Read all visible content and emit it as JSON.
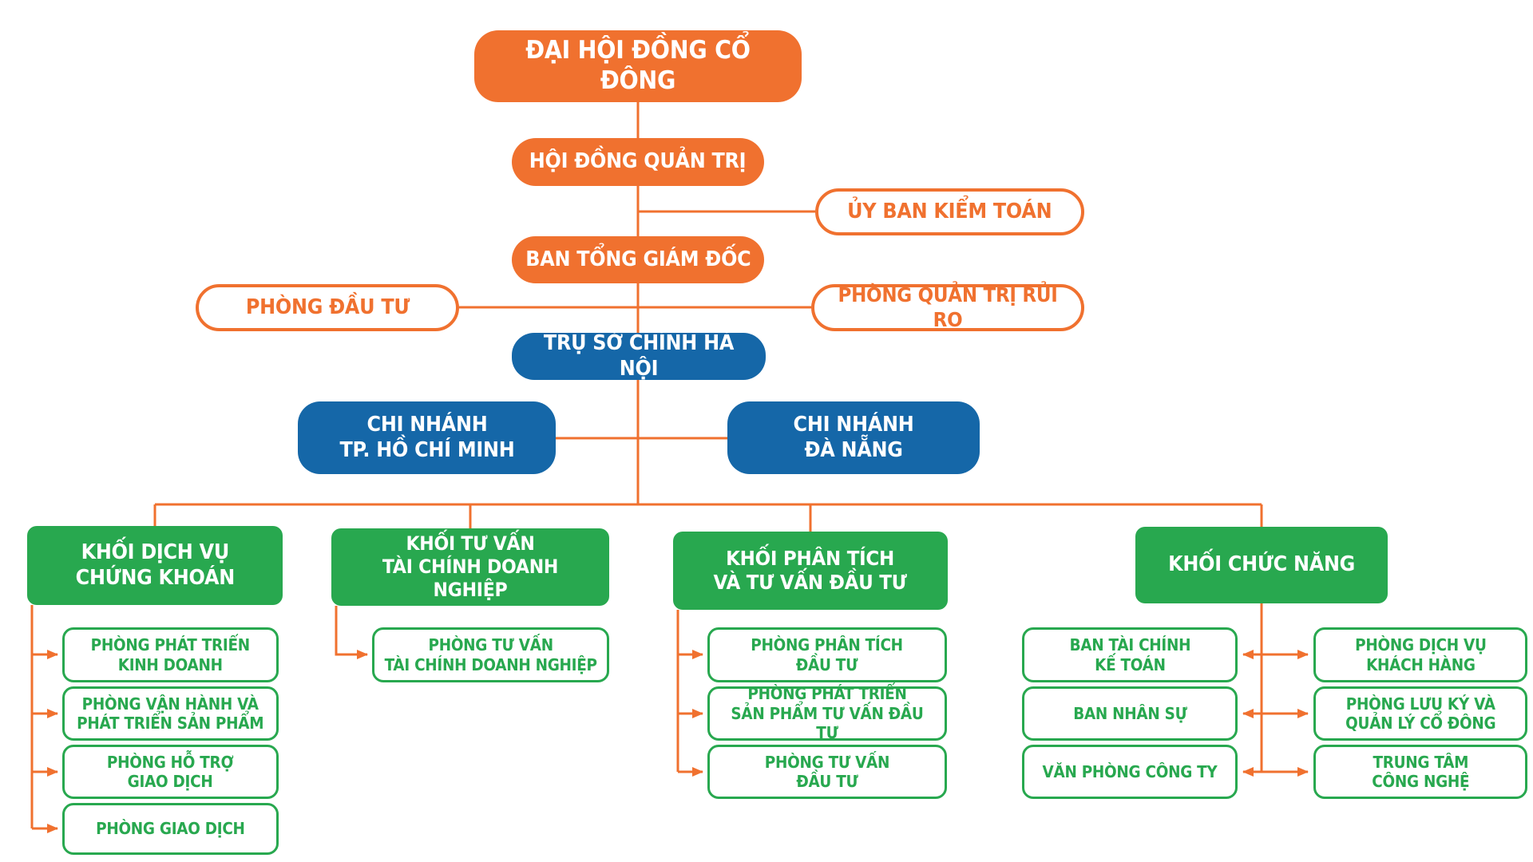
{
  "colors": {
    "orange": "#F0712F",
    "blue": "#1567A8",
    "green": "#28A84F",
    "connector": "#F0712F",
    "background": "#FFFFFF"
  },
  "org": {
    "shareholders_meeting": "ĐẠI HỘI ĐỒNG CỔ ĐÔNG",
    "board_of_directors": "HỘI ĐỒNG QUẢN TRỊ",
    "audit_committee": "ỦY BAN KIỂM TOÁN",
    "executive_board": "BAN TỔNG GIÁM ĐỐC",
    "investment_department": "PHÒNG ĐẦU TƯ",
    "risk_management_department": "PHÒNG QUẢN TRỊ RỦI RO",
    "headquarters": "TRỤ SỞ CHÍNH HÀ NỘI",
    "branch_hcmc": "CHI NHÁNH\nTP. HỒ CHÍ MINH",
    "branch_danang": "CHI NHÁNH\nĐÀ NẴNG",
    "divisions": [
      {
        "label": "KHỐI DỊCH VỤ\nCHỨNG KHOÁN",
        "departments": [
          "PHÒNG PHÁT TRIỂN\nKINH DOANH",
          "PHÒNG VẬN HÀNH VÀ\nPHÁT TRIỂN SẢN PHẨM",
          "PHÒNG HỖ TRỢ\nGIAO DỊCH",
          "PHÒNG GIAO DỊCH"
        ]
      },
      {
        "label": "KHỐI TƯ VẤN\nTÀI CHÍNH DOANH NGHIỆP",
        "departments": [
          "PHÒNG TƯ VẤN\nTÀI CHÍNH DOANH NGHIỆP"
        ]
      },
      {
        "label": "KHỐI PHÂN TÍCH\nVÀ TƯ VẤN ĐẦU TƯ",
        "departments": [
          "PHÒNG PHÂN TÍCH\nĐẦU TƯ",
          "PHÒNG PHÁT TRIỂN\nSẢN PHẨM TƯ VẤN ĐẦU TƯ",
          "PHÒNG TƯ VẤN\nĐẦU TƯ"
        ]
      },
      {
        "label": "KHỐI CHỨC NĂNG",
        "departments_left": [
          "BAN TÀI CHÍNH\nKẾ TOÁN",
          "BAN NHÂN SỰ",
          "VĂN PHÒNG CÔNG TY"
        ],
        "departments_right": [
          "PHÒNG DỊCH VỤ\nKHÁCH HÀNG",
          "PHÒNG LƯU KÝ VÀ\nQUẢN LÝ CỔ ĐÔNG",
          "TRUNG TÂM\nCÔNG NGHỆ"
        ]
      }
    ]
  }
}
